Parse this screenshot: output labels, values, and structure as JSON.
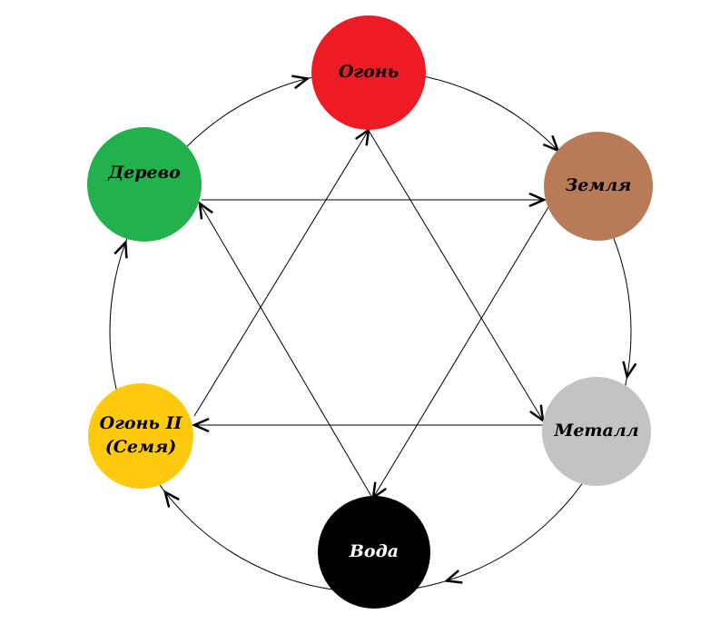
{
  "nodes": {
    "fire": {
      "label": "Огонь",
      "color": "#ed1c24",
      "text_color": "#000000"
    },
    "earth": {
      "label": "Земля",
      "color": "#b97a57",
      "text_color": "#000000"
    },
    "metal": {
      "label": "Металл",
      "color": "#c3c3c3",
      "text_color": "#000000"
    },
    "water": {
      "label": "Вода",
      "color": "#000000",
      "text_color": "#ffffff"
    },
    "fire2": {
      "label": "Огонь II",
      "label2": "(Семя)",
      "color": "#ffc90e",
      "text_color": "#000000"
    },
    "wood": {
      "label": "Дерево",
      "color": "#22b14c",
      "text_color": "#000000"
    }
  },
  "cycle_edges": [
    [
      "wood",
      "fire"
    ],
    [
      "fire",
      "earth"
    ],
    [
      "earth",
      "metal"
    ],
    [
      "metal",
      "water"
    ],
    [
      "water",
      "fire2"
    ],
    [
      "fire2",
      "wood"
    ]
  ],
  "cross_edges": [
    [
      "wood",
      "earth"
    ],
    [
      "metal",
      "fire2"
    ],
    [
      "fire",
      "metal"
    ],
    [
      "earth",
      "water"
    ],
    [
      "water",
      "wood"
    ],
    [
      "fire2",
      "fire"
    ]
  ]
}
